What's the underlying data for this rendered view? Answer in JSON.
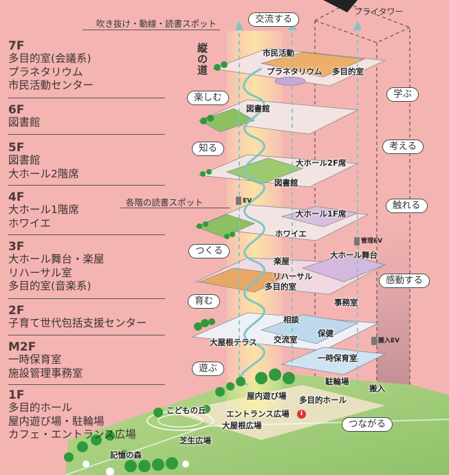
{
  "floors": [
    {
      "name": "7F",
      "lines": [
        "多目的室(会議系)",
        "プラネタリウム",
        "市民活動センター"
      ]
    },
    {
      "name": "6F",
      "lines": [
        "図書館"
      ]
    },
    {
      "name": "5F",
      "lines": [
        "図書館",
        "大ホール2階席"
      ]
    },
    {
      "name": "4F",
      "lines": [
        "大ホール1階席",
        "ホワイエ"
      ]
    },
    {
      "name": "3F",
      "lines": [
        "大ホール舞台・楽屋",
        "リハーサル室",
        "多目的室(音楽系)"
      ]
    },
    {
      "name": "2F",
      "lines": [
        "子育て世代包括支援センター"
      ]
    },
    {
      "name": "M2F",
      "lines": [
        "一時保育室",
        "施設管理事務室"
      ]
    },
    {
      "name": "1F",
      "lines": [
        "多目的ホール",
        "屋内遊び場・駐輪場",
        "カフェ・エントランス広場"
      ]
    }
  ],
  "annotations": {
    "top_note": "吹き抜け・動線・読書スポット",
    "reading_spot": "各階の読書スポット",
    "fly_tower": "フライタワー",
    "vertical_path": "縦の道"
  },
  "left_verbs": [
    "交流する",
    "楽しむ",
    "知る",
    "つくる",
    "育む",
    "遊ぶ"
  ],
  "right_verbs": [
    "学ぶ",
    "考える",
    "触れる",
    "感動する",
    "つながる"
  ],
  "rooms": {
    "f7_civic": "市民活動",
    "f7_planetarium": "プラネタリウム",
    "f7_multipurpose": "多目的室",
    "f6_library": "図書館",
    "f5_hall2": "大ホール2F席",
    "f5_library": "図書館",
    "f4_hall1": "大ホール1F席",
    "f4_foyer": "ホワイエ",
    "f3_greenroom": "楽屋",
    "f3_stage": "大ホール舞台",
    "f3_rehearsal": "リハーサル",
    "f3_multipurpose": "多目的室",
    "f2_office": "事務室",
    "f2_consult": "相談",
    "f2_health": "保健",
    "f2_exchange": "交流室",
    "f2_terrace": "大屋根テラス",
    "m2_childcare": "一時保育室",
    "f1_bicycle": "駐輪場",
    "f1_delivery": "搬入",
    "f1_indoor_play": "屋内遊び場",
    "f1_multi_hall": "多目的ホール",
    "f1_entrance": "エントランス広場",
    "f1_roof_plaza": "大屋根広場",
    "f1_kids_hill": "こどもの丘",
    "f1_lawn": "芝生広場",
    "f1_memory_forest": "記憶の森"
  },
  "elevators": {
    "ev": "EV",
    "mgmt_ev": "管理EV",
    "delivery_ev": "搬入EV"
  },
  "info_marker": "i",
  "colors": {
    "background": "#f4b4b2",
    "slab": "#f3dede",
    "green": "#7fb451",
    "orange": "#e9a55c",
    "purple": "#c7a6d4",
    "teal_arrow": "#7fc6c4",
    "light_column": "#fbf1a6",
    "fly_tower_gradient": "#b98a92"
  }
}
